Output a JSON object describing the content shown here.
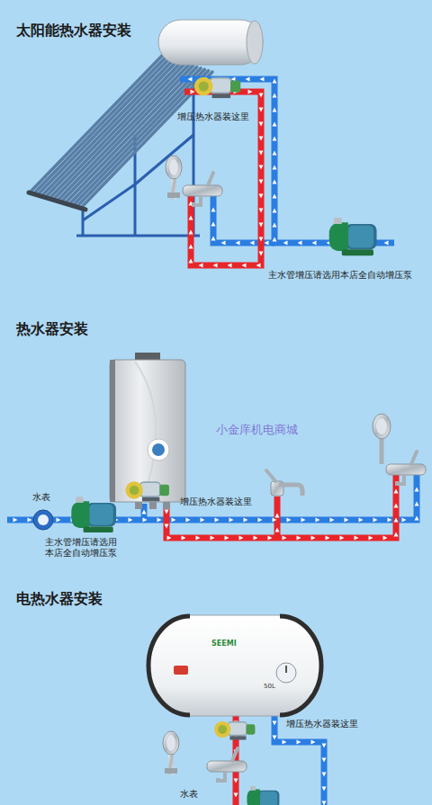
{
  "diagram": {
    "nodes": [
      {
        "text": [
          "SEEMI",
          "50L"
        ]
      }
    ],
    "labels": [
      "太阳能热水器安装",
      "增压热水器装这里",
      "主水管增压请选用本店全自动增压泵",
      "热水器安装",
      "小金庠机电商城",
      "水表",
      "主水管增压请选用 本店全自动增压泵",
      "增压热水器装这里",
      "电热水器安装",
      "增压热水器装这里",
      "水表"
    ]
  }
}
